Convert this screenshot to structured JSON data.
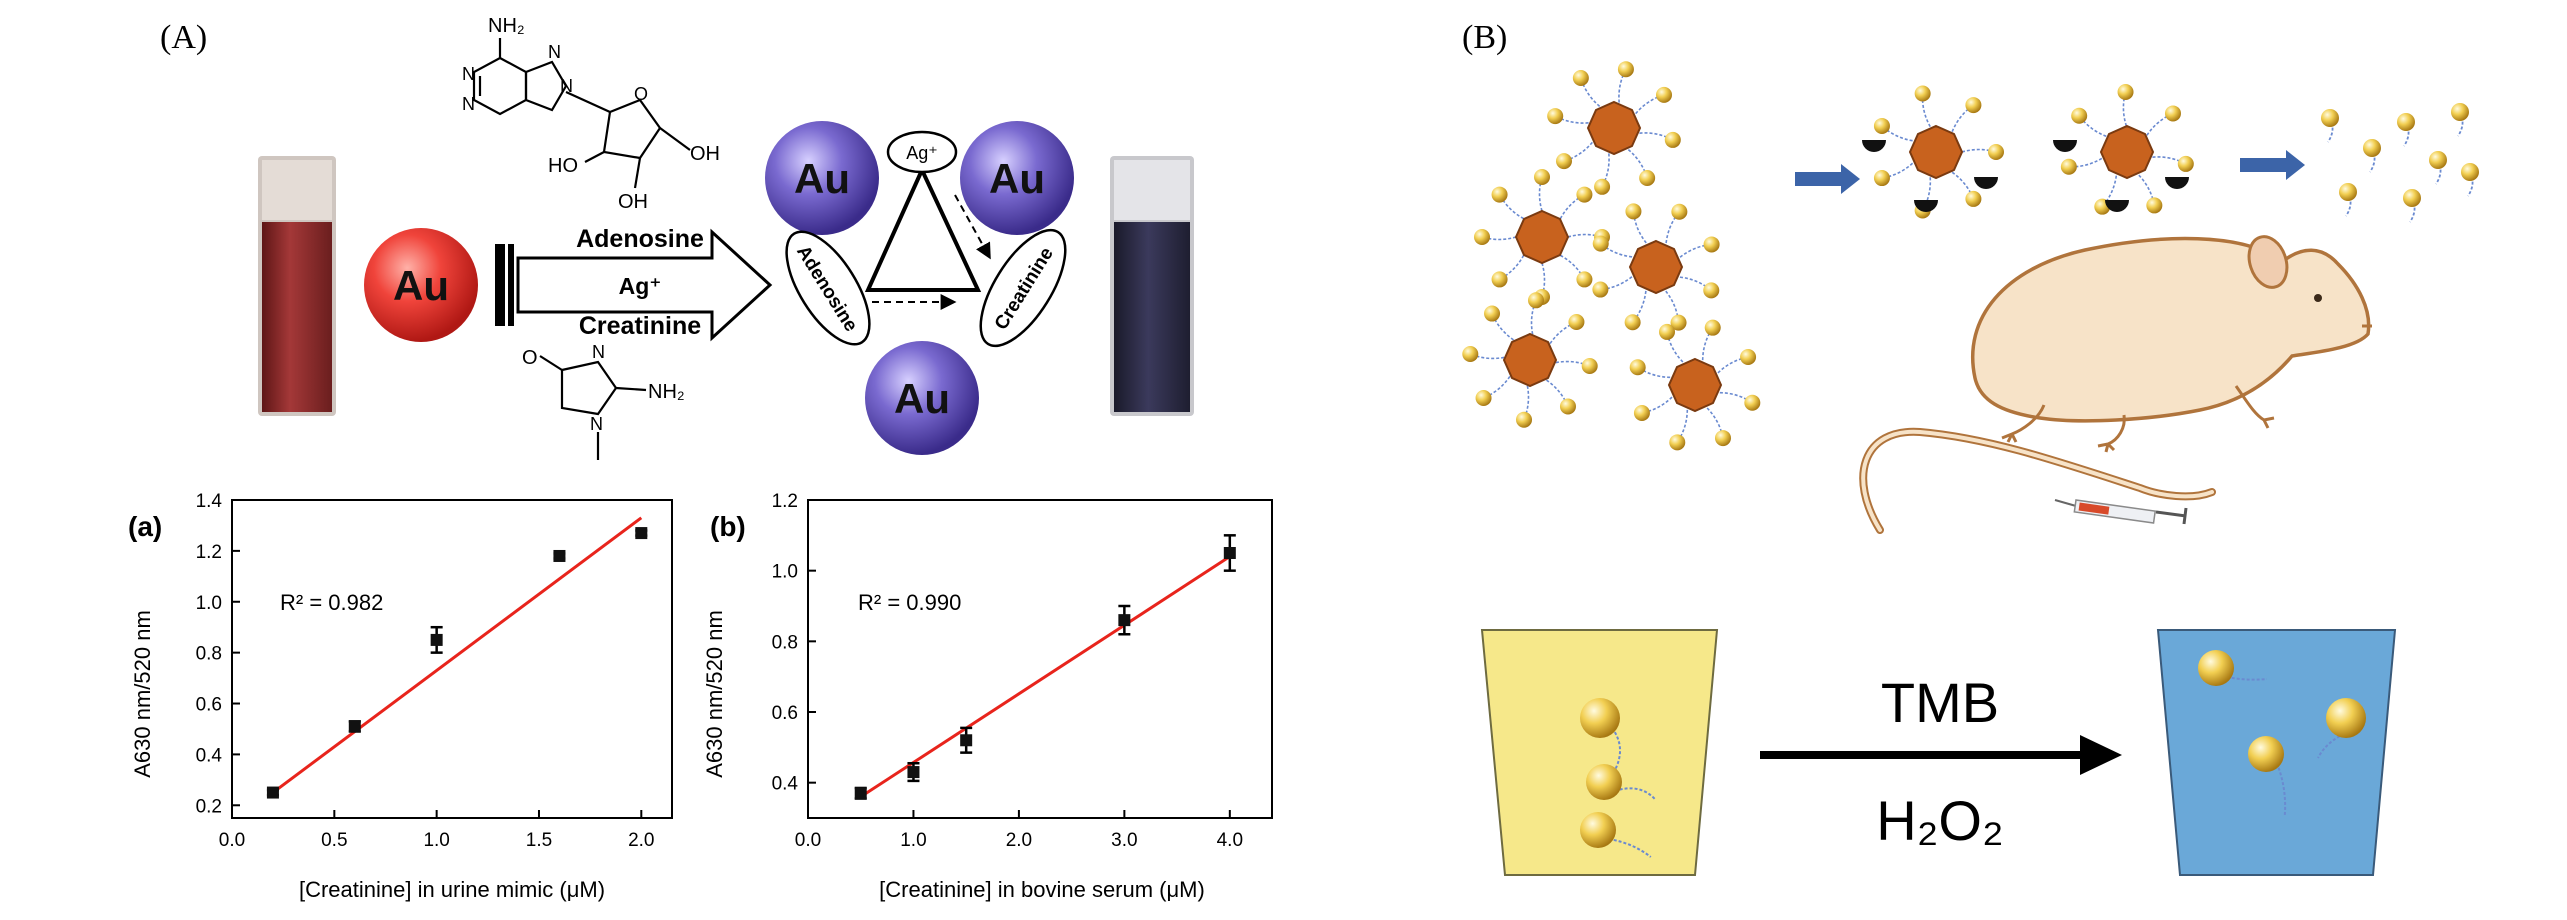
{
  "panel_a": {
    "label": "(A)",
    "scheme": {
      "au_label": "Au",
      "arrow_labels": {
        "top": "Adenosine",
        "middle": "Ag⁺",
        "bottom": "Creatinine"
      },
      "adenosine_struct": {
        "nh2": "NH₂",
        "oh_right": "OH",
        "ho": "HO",
        "oh_bottom": "OH",
        "n": "N",
        "o": "O"
      },
      "creatinine_struct": {
        "nh2": "NH₂",
        "n": "N",
        "o": "O"
      },
      "triangle": {
        "ag_node": "Ag⁺",
        "adenosine_node": "Adenosine",
        "creatinine_node": "Creatinine"
      },
      "colors": {
        "red_au": "#e8322c",
        "purple_au": "#6a5bc4",
        "red_solution": "#8c2a2a",
        "blue_solution": "#2b2a44"
      }
    },
    "chart_data": [
      {
        "type": "scatter",
        "panel_label": "(a)",
        "x": [
          0.2,
          0.6,
          1.0,
          1.6,
          2.0
        ],
        "y": [
          0.25,
          0.51,
          0.85,
          1.18,
          1.27
        ],
        "err": [
          0.01,
          0.02,
          0.05,
          0.01,
          0.01
        ],
        "fit_line": {
          "x": [
            0.2,
            2.0
          ],
          "y": [
            0.25,
            1.33
          ]
        },
        "r2_text": "R² = 0.982",
        "xlabel": "[Creatinine] in urine mimic (μM)",
        "ylabel": "A630 nm/520 nm",
        "xticks": [
          "0.0",
          "0.5",
          "1.0",
          "1.5",
          "2.0"
        ],
        "yticks": [
          "0.2",
          "0.4",
          "0.6",
          "0.8",
          "1.0",
          "1.2",
          "1.4"
        ],
        "xlim": [
          0.0,
          2.15
        ],
        "ylim": [
          0.15,
          1.4
        ],
        "line_color": "#e8241c"
      },
      {
        "type": "scatter",
        "panel_label": "(b)",
        "x": [
          0.5,
          1.0,
          1.5,
          3.0,
          4.0
        ],
        "y": [
          0.37,
          0.43,
          0.52,
          0.86,
          1.05
        ],
        "err": [
          0.015,
          0.025,
          0.035,
          0.04,
          0.05
        ],
        "fit_line": {
          "x": [
            0.5,
            4.0
          ],
          "y": [
            0.36,
            1.04
          ]
        },
        "r2_text": "R² = 0.990",
        "xlabel": "[Creatinine] in bovine serum (μM)",
        "ylabel": "A630 nm/520 nm",
        "xticks": [
          "0.0",
          "1.0",
          "2.0",
          "3.0",
          "4.0"
        ],
        "yticks": [
          "0.4",
          "0.6",
          "0.8",
          "1.0",
          "1.2"
        ],
        "xlim": [
          0.0,
          4.4
        ],
        "ylim": [
          0.3,
          1.2
        ],
        "line_color": "#e8241c"
      }
    ]
  },
  "panel_b": {
    "label": "(B)",
    "reaction_top": "TMB",
    "reaction_bottom": "H₂O₂",
    "colors": {
      "nanoparticle": "#c8621e",
      "ligand_ball": "#f2cf52",
      "arrow_blue": "#3c64a8",
      "mouse_body": "#f7e3c8",
      "mouse_outline": "#b0743c",
      "cup_yellow": "#f6e88a",
      "cup_blue": "#6aa8d8"
    }
  }
}
